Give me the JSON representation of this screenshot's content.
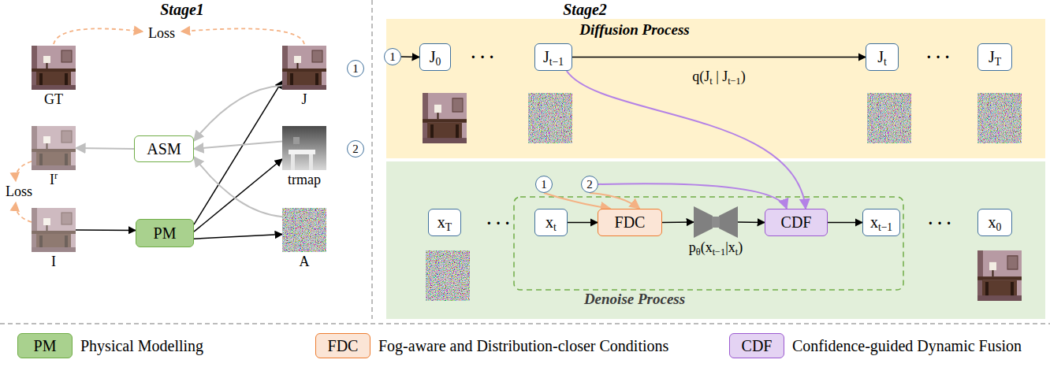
{
  "diagram": {
    "nodes": [
      {
        "text": [
          "GT"
        ]
      },
      {
        "text": [
          "J"
        ]
      },
      {
        "text": [
          "1"
        ]
      },
      {
        "text": [
          "ASM"
        ]
      },
      {
        "text": [
          "Ir"
        ]
      },
      {
        "text": [
          "trmap"
        ]
      },
      {
        "text": [
          "2"
        ]
      },
      {
        "text": [
          "I"
        ]
      },
      {
        "text": [
          "PM"
        ]
      },
      {
        "text": [
          "A"
        ]
      },
      {
        "text": [
          "Diffusion Process"
        ]
      },
      {
        "text": [
          "1"
        ]
      },
      {
        "text": [
          "J0"
        ],
        "in": 10
      },
      {
        "text": [
          "Jt−1"
        ],
        "in": 10
      },
      {
        "text": [
          "Jt"
        ],
        "in": 10
      },
      {
        "text": [
          "JT"
        ],
        "in": 10
      },
      {
        "text": [
          "Denoise Process"
        ]
      },
      {
        "text": [
          "1"
        ],
        "in": 16
      },
      {
        "text": [
          "2"
        ],
        "in": 16
      },
      {
        "text": [
          "xT"
        ],
        "in": 16
      },
      {
        "text": [
          "xt"
        ],
        "in": 16
      },
      {
        "text": [
          "FDC"
        ],
        "in": 16
      },
      {
        "text": [
          "pθ(xt−1|xt)"
        ],
        "in": 16
      },
      {
        "text": [
          "CDF"
        ],
        "in": 16
      },
      {
        "text": [
          "xt−1"
        ],
        "in": 16
      },
      {
        "text": [
          "x0"
        ],
        "in": 16
      }
    ],
    "edges": [
      {
        "from": 7,
        "to": 8,
        "arrow": "to"
      },
      {
        "from": 8,
        "to": 1,
        "arrow": "to"
      },
      {
        "from": 8,
        "to": 5,
        "arrow": "to"
      },
      {
        "from": 8,
        "to": 9,
        "arrow": "to"
      },
      {
        "from": 1,
        "to": 3,
        "arrow": "to"
      },
      {
        "from": 5,
        "to": 3,
        "arrow": "to"
      },
      {
        "from": 9,
        "to": 3,
        "arrow": "to"
      },
      {
        "from": 3,
        "to": 4,
        "arrow": "to"
      },
      {
        "from": 11,
        "to": 12,
        "arrow": "to"
      },
      {
        "from": 13,
        "to": 14,
        "label": "q(Jt | Jt−1)",
        "arrow": "to"
      },
      {
        "from": 20,
        "to": 21,
        "arrow": "to"
      },
      {
        "from": 21,
        "to": 22,
        "arrow": "to"
      },
      {
        "from": 22,
        "to": 23,
        "arrow": "to"
      },
      {
        "from": 23,
        "to": 24,
        "arrow": "to"
      },
      {
        "from": 17,
        "to": 21,
        "arrow": "to"
      },
      {
        "from": 18,
        "to": 21,
        "arrow": "to"
      },
      {
        "from": 18,
        "to": 23,
        "arrow": "to"
      },
      {
        "from": 13,
        "to": 23,
        "arrow": "to"
      }
    ],
    "labels": [
      "Stage1",
      "Stage2",
      "Loss",
      "Loss",
      "· · ·",
      "· · ·",
      "· · ·",
      "· · ·",
      "PM",
      "FDC",
      "CDF"
    ],
    "legend": [
      {
        "text": "Physical Modelling",
        "color": "#a9d18e"
      },
      {
        "text": "Fog-aware and Distribution-closer Conditions",
        "color": "#fbe5d6"
      },
      {
        "text": "Confidence-guided Dynamic Fusion",
        "color": "#e4d3f3"
      }
    ]
  }
}
